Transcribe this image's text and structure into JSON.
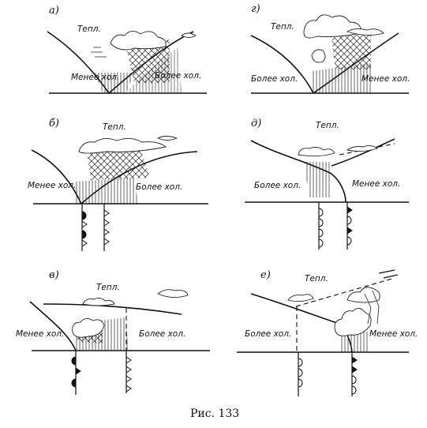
{
  "caption": "Рис. 133",
  "panels": [
    {
      "letter": "а)",
      "top": "Тепл.",
      "left": "Менее хол.",
      "right": "Более хол."
    },
    {
      "letter": "г)",
      "top": "Тепл.",
      "left": "Более хол.",
      "right": "Менее хол."
    },
    {
      "letter": "б)",
      "top": "Тепл.",
      "left": "Менее хол.",
      "right": "Более хол."
    },
    {
      "letter": "д)",
      "top": "Тепл.",
      "left": "Более хол.",
      "right": "Менее хол."
    },
    {
      "letter": "в)",
      "top": "Тепл.",
      "left": "Менее хол.",
      "right": "Более хол."
    },
    {
      "letter": "е)",
      "top": "Тепл.",
      "left": "Более хол.",
      "right": "Менее хол."
    }
  ],
  "colors": {
    "ink": "#111111",
    "paper": "#ffffff"
  }
}
